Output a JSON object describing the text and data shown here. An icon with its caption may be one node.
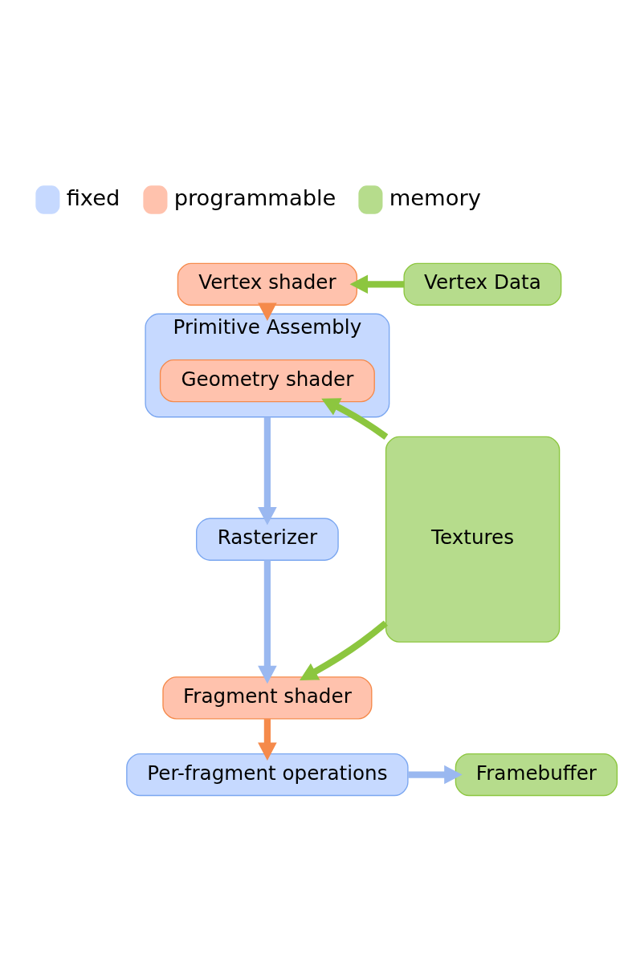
{
  "diagram": {
    "nodes": [
      {
        "text": [
          "Vertex shader"
        ]
      },
      {
        "text": [
          "Vertex Data"
        ]
      },
      {
        "text": [
          "Primitive Assembly"
        ]
      },
      {
        "text": [
          "Geometry shader"
        ],
        "in": 2
      },
      {
        "text": [
          "Textures"
        ]
      },
      {
        "text": [
          "Rasterizer"
        ]
      },
      {
        "text": [
          "Fragment shader"
        ]
      },
      {
        "text": [
          "Per-fragment operations"
        ]
      },
      {
        "text": [
          "Framebuffer"
        ]
      }
    ],
    "edges": [
      {
        "from": 1,
        "to": 0,
        "arrow": "to",
        "color": "#8cc63f"
      },
      {
        "from": 0,
        "to": 2,
        "arrow": "to",
        "color": "#f58a4b"
      },
      {
        "from": 4,
        "to": 3,
        "arrow": "to",
        "color": "#8cc63f"
      },
      {
        "from": 2,
        "to": 5,
        "arrow": "to",
        "color": "#9ab8f0"
      },
      {
        "from": 5,
        "to": 6,
        "arrow": "to",
        "color": "#9ab8f0"
      },
      {
        "from": 4,
        "to": 6,
        "arrow": "to",
        "color": "#8cc63f"
      },
      {
        "from": 6,
        "to": 7,
        "arrow": "to",
        "color": "#f58a4b"
      },
      {
        "from": 7,
        "to": 8,
        "arrow": "to",
        "color": "#9ab8f0"
      }
    ],
    "legend": [
      {
        "text": "fixed",
        "color": "#c6d9ff"
      },
      {
        "text": "programmable",
        "color": "#ffc2ad"
      },
      {
        "text": "memory",
        "color": "#b6dc8c"
      }
    ]
  }
}
